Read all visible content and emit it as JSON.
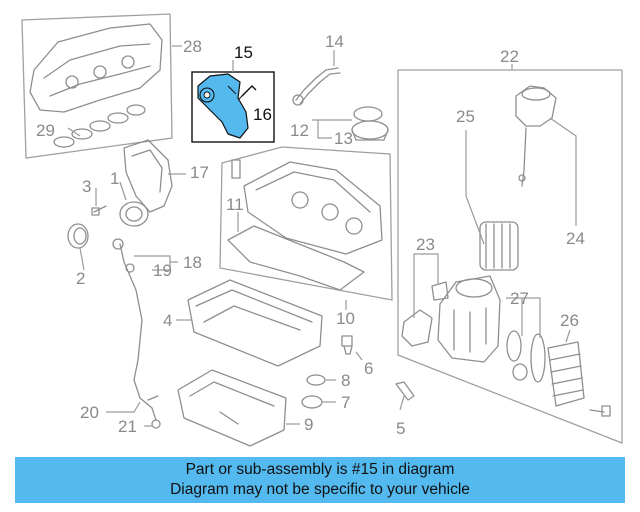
{
  "diagram": {
    "callouts": [
      "28",
      "29",
      "15",
      "16",
      "14",
      "12",
      "13",
      "22",
      "25",
      "24",
      "17",
      "3",
      "1",
      "2",
      "11",
      "18",
      "19",
      "23",
      "27",
      "26",
      "4",
      "10",
      "6",
      "8",
      "7",
      "9",
      "5",
      "20",
      "21"
    ],
    "highlighted_part": "15",
    "highlight_color": "#53b9ee"
  },
  "banner": {
    "line1": "Part or sub-assembly is #15 in diagram",
    "line2": "Diagram may not be specific to your vehicle"
  }
}
